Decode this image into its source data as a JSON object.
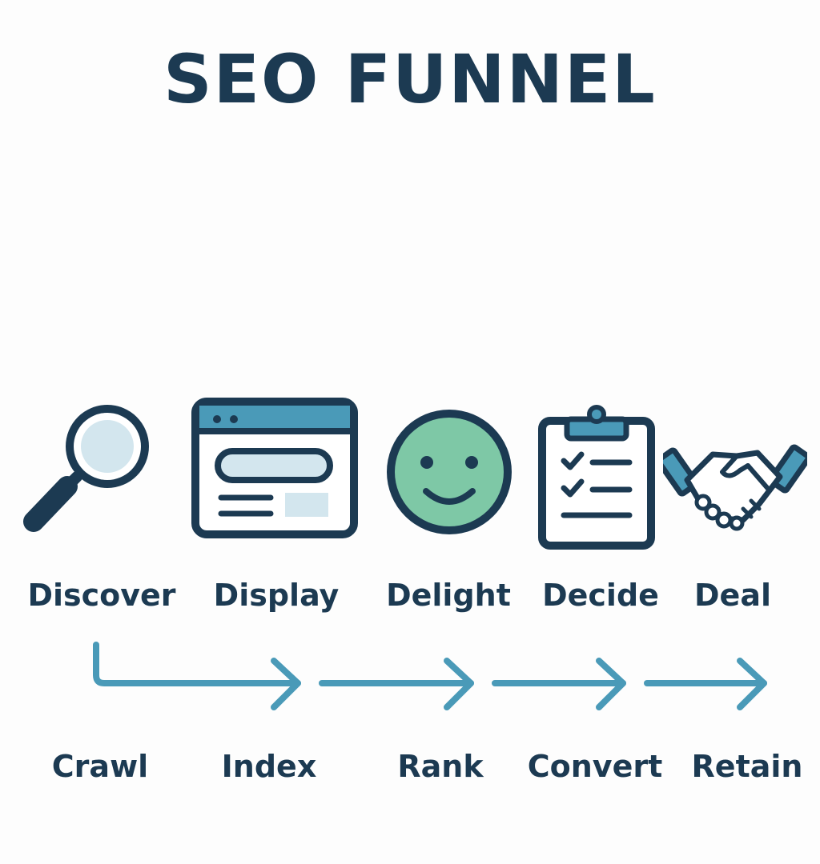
{
  "title": "SEO FUNNEL",
  "stages": [
    {
      "label": "Discover",
      "icon": "magnifier-icon"
    },
    {
      "label": "Display",
      "icon": "browser-window-icon"
    },
    {
      "label": "Delight",
      "icon": "smiley-face-icon"
    },
    {
      "label": "Decide",
      "icon": "clipboard-checklist-icon"
    },
    {
      "label": "Deal",
      "icon": "handshake-icon"
    }
  ],
  "steps": [
    "Crawl",
    "Index",
    "Rank",
    "Convert",
    "Retain"
  ],
  "colors": {
    "navy": "#1c3a52",
    "teal": "#4a9ab8",
    "light_blue": "#d3e6ee",
    "green": "#7ec8a6",
    "background": "#fdfdfd"
  }
}
